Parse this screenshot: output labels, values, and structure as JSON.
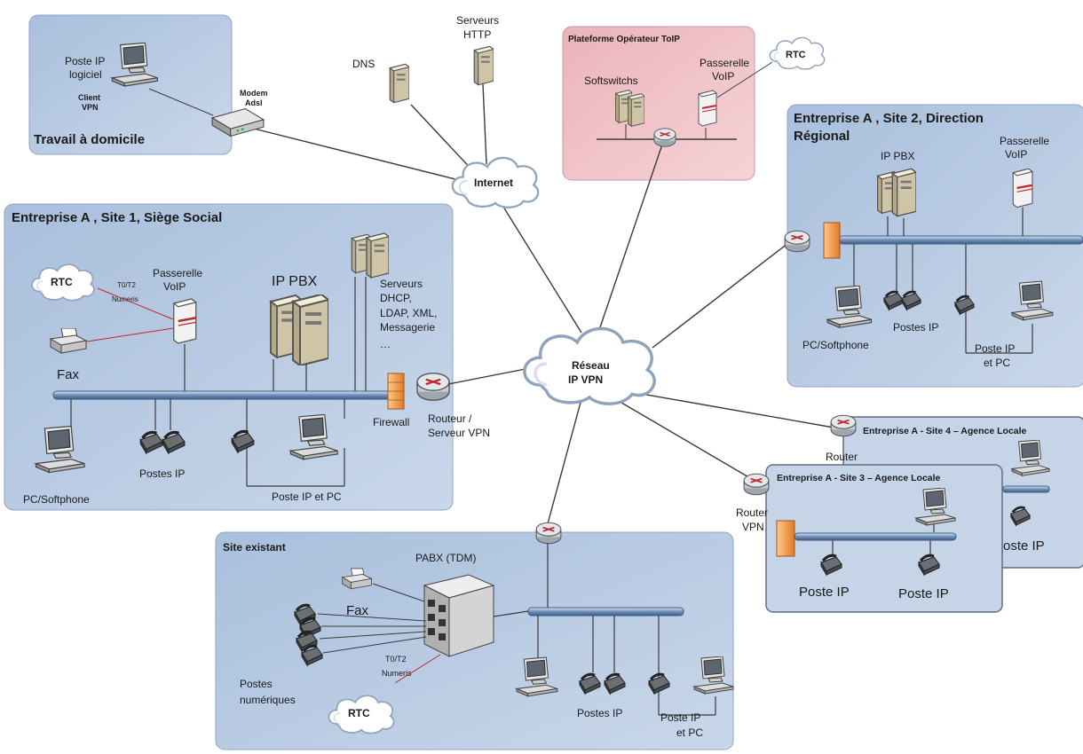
{
  "zones": {
    "home": {
      "title": "Travail à domicile",
      "pc_line1": "Poste IP",
      "pc_line2": "logiciel",
      "client_line1": "Client",
      "client_line2": "VPN",
      "modem_line1": "Modem",
      "modem_line2": "Adsl"
    },
    "internet": {
      "dns": "DNS",
      "http_line1": "Serveurs",
      "http_line2": "HTTP",
      "cloud": "Internet"
    },
    "operator": {
      "title": "Plateforme Opérateur ToIP",
      "softswitch": "Softswitchs",
      "gw_line1": "Passerelle",
      "gw_line2": "VoIP",
      "rtc": "RTC"
    },
    "site1": {
      "title": "Entreprise A , Site 1, Siège Social",
      "rtc": "RTC",
      "t0_line1": "T0/T2",
      "t0_line2": "Numeris",
      "gw_line1": "Passerelle",
      "gw_line2": "VoIP",
      "ippbx": "IP PBX",
      "servers_lines": [
        "Serveurs",
        "DHCP,",
        "LDAP, XML,",
        "Messagerie",
        "…"
      ],
      "fax": "Fax",
      "firewall": "Firewall",
      "router_line1": "Routeur /",
      "router_line2": "Serveur VPN",
      "pc": "PC/Softphone",
      "phones": "Postes IP",
      "phone_pc": "Poste IP et PC"
    },
    "site2": {
      "title_line1": "Entreprise A , Site 2, Direction",
      "title_line2": "Régional",
      "ippbx": "IP PBX",
      "gw_line1": "Passerelle",
      "gw_line2": "VoIP",
      "pc": "PC/Softphone",
      "phones": "Postes IP",
      "phone_pc_line1": "Poste IP",
      "phone_pc_line2": "et PC"
    },
    "vpn": {
      "line1": "Réseau",
      "line2": "IP VPN"
    },
    "site4": {
      "title": "Entreprise A - Site 4 – Agence Locale",
      "router": "Router",
      "phone": "oste IP"
    },
    "site3": {
      "title": "Entreprise A - Site 3 – Agence Locale",
      "router_line1": "Router",
      "router_line2": "VPN",
      "phone1": "Poste IP",
      "phone2": "Poste IP"
    },
    "existing": {
      "title": "Site existant",
      "pabx": "PABX (TDM)",
      "fax": "Fax",
      "t0_line1": "T0/T2",
      "t0_line2": "Numeris",
      "digital_line1": "Postes",
      "digital_line2": "numériques",
      "rtc": "RTC",
      "phones": "Postes IP",
      "phone_pc_line1": "Poste IP",
      "phone_pc_line2": "et PC"
    }
  },
  "colors": {
    "zone_blue": "#b4c7e0",
    "zone_pink": "#f0c2c6",
    "bus": "#5b7fa8",
    "firewall": "#f09a4a",
    "link": "#3a3a3a"
  }
}
